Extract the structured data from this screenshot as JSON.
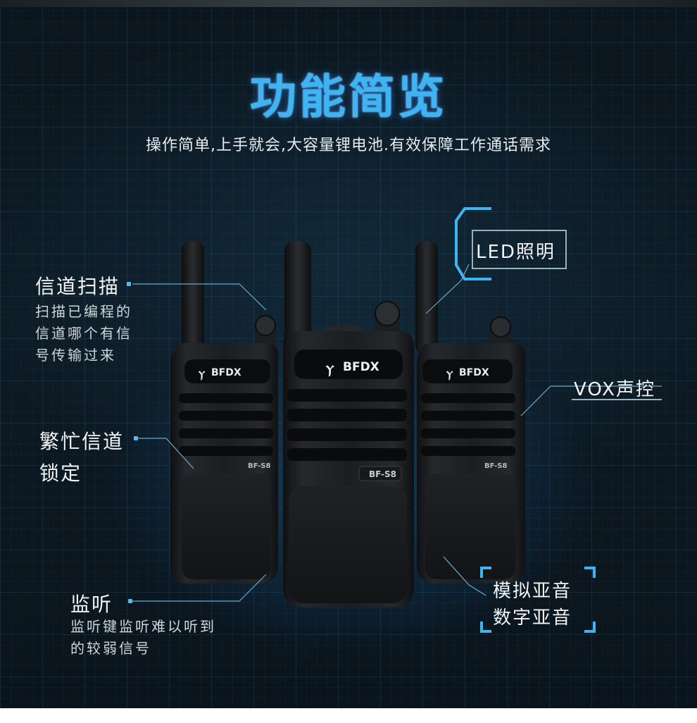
{
  "header": {
    "title": "功能简览",
    "subtitle": "操作简单,上手就会,大容量锂电池.有效保障工作通话需求"
  },
  "features": {
    "scan": {
      "title": "信道扫描",
      "desc_lines": [
        "扫描已编程的",
        "信道哪个有信",
        "号传输过来"
      ]
    },
    "busy_lock": {
      "title_line1": "繁忙信道",
      "title_line2": "锁定"
    },
    "monitor": {
      "title": "监听",
      "desc_lines": [
        "监听键监听难以听到",
        "的较弱信号"
      ]
    },
    "led": {
      "title": "LED照明"
    },
    "vox": {
      "title": "VOX声控"
    },
    "audio": {
      "line1": "模拟亚音",
      "line2": "数字亚音"
    }
  },
  "products": [
    {
      "brand": "BFDX",
      "model": "BF-S8"
    },
    {
      "brand": "BFDX",
      "model": "BF-S8"
    },
    {
      "brand": "BFDX",
      "model": "BF-S8"
    }
  ],
  "colors": {
    "accent": "#3fb4f2",
    "background": "#0c1821",
    "body": "#16191c",
    "line": "#6aa9cf"
  }
}
